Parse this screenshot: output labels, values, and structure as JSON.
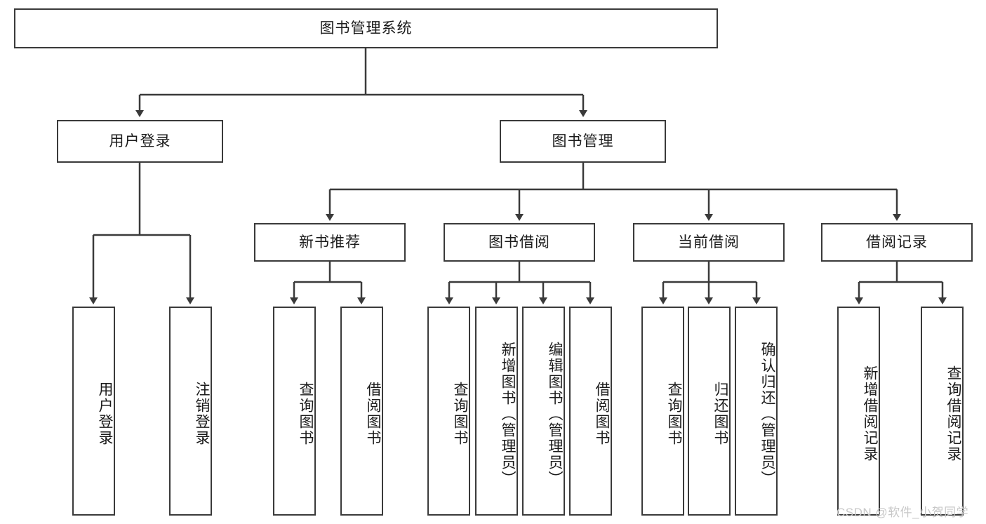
{
  "diagram": {
    "title": "图书管理系统",
    "root": {
      "label": "图书管理系统"
    },
    "level2": [
      {
        "label": "用户登录"
      },
      {
        "label": "图书管理"
      }
    ],
    "level3": [
      {
        "label": "新书推荐"
      },
      {
        "label": "图书借阅"
      },
      {
        "label": "当前借阅"
      },
      {
        "label": "借阅记录"
      }
    ],
    "leaves_user_login": [
      {
        "label": "用户登录"
      },
      {
        "label": "注销登录"
      }
    ],
    "leaves_new_book": [
      {
        "label": "查询图书"
      },
      {
        "label": "借阅图书"
      }
    ],
    "leaves_borrow": [
      {
        "label": "查询图书"
      },
      {
        "label": "新增图书（管理员）"
      },
      {
        "label": "编辑图书（管理员）"
      },
      {
        "label": "借阅图书"
      }
    ],
    "leaves_current": [
      {
        "label": "查询图书"
      },
      {
        "label": "归还图书"
      },
      {
        "label": "确认归还（管理员）"
      }
    ],
    "leaves_record": [
      {
        "label": "新增借阅记录"
      },
      {
        "label": "查询借阅记录"
      }
    ],
    "watermark": "CSDN @软件_小贺同学",
    "colors": {
      "stroke": "#3a3a3a",
      "fill": "#ffffff",
      "text": "#1b1b1b",
      "watermark": "#c8c8c8"
    }
  }
}
